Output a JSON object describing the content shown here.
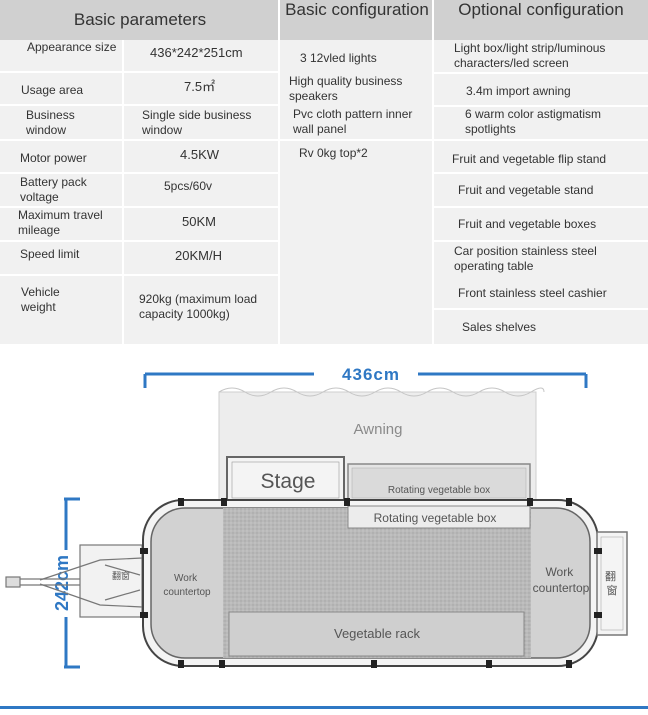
{
  "headers": {
    "basic_params": "Basic parameters",
    "basic_config": "Basic configuration",
    "optional_config": "Optional configuration"
  },
  "params": [
    {
      "label": "Appearance size",
      "value": "436*242*251cm"
    },
    {
      "label": "Usage area",
      "value": "7.5㎡"
    },
    {
      "label": "Business window",
      "value": "Single side business window"
    },
    {
      "label": "Motor power",
      "value": "4.5KW"
    },
    {
      "label": "Battery pack voltage",
      "value": "5pcs/60v"
    },
    {
      "label": "Maximum travel mileage",
      "value": "50KM"
    },
    {
      "label": "Speed limit",
      "value": "20KM/H"
    },
    {
      "label": "Vehicle weight",
      "value": "920kg (maximum load capacity 1000kg)"
    }
  ],
  "basic_config": [
    "3 12vled lights",
    "High quality business speakers",
    "Pvc cloth pattern inner wall panel",
    "Rv 0kg top*2"
  ],
  "optional_config": [
    "Light box/light strip/luminous characters/led screen",
    "3.4m import awning",
    "6 warm color astigmatism spotlights",
    "Fruit and vegetable flip stand",
    "Fruit and vegetable stand",
    "Fruit and vegetable boxes",
    "Car position stainless steel operating table",
    "Front stainless steel cashier",
    "Sales shelves"
  ],
  "plan": {
    "length": "436cm",
    "width": "242cm",
    "awning": "Awning",
    "stage": "Stage",
    "rotating_box_small": "Rotating vegetable box",
    "rotating_box": "Rotating vegetable box",
    "work_left": [
      "Work",
      "countertop"
    ],
    "work_right": [
      "Work",
      "countertop"
    ],
    "vegetable_rack": "Vegetable rack",
    "window_glyph_left": "翻窗",
    "window_glyph_right": [
      "翻",
      "窗"
    ]
  },
  "colors": {
    "header_bg": "#d0d0d0",
    "table_bg": "#f1f1f1",
    "dimension_blue": "#2f78c4",
    "floor_grey": "#bdbdbd"
  }
}
